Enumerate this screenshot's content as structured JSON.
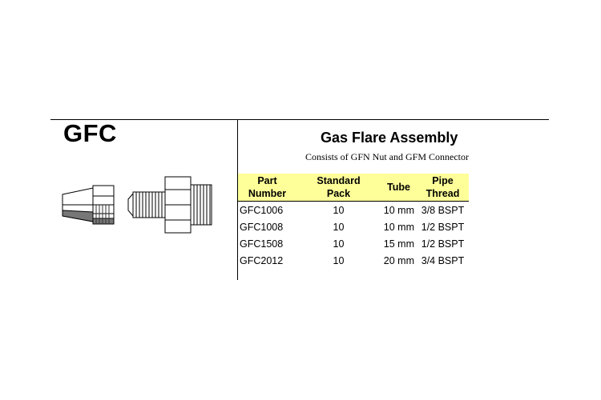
{
  "header": {
    "code": "GFC",
    "title": "Gas Flare Assembly",
    "subtitle": "Consists of GFN Nut and GFM Connector"
  },
  "table": {
    "headers": [
      {
        "line1": "Part",
        "line2": "Number"
      },
      {
        "line1": "Standard",
        "line2": "Pack"
      },
      {
        "line1": "Tube",
        "line2": ""
      },
      {
        "line1": "Pipe",
        "line2": "Thread"
      }
    ],
    "rows": [
      [
        "GFC1006",
        "10",
        "10 mm",
        "3/8 BSPT"
      ],
      [
        "GFC1008",
        "10",
        "10 mm",
        "1/2 BSPT"
      ],
      [
        "GFC1508",
        "10",
        "15 mm",
        "1/2 BSPT"
      ],
      [
        "GFC2012",
        "10",
        "20 mm",
        "3/4 BSPT"
      ]
    ],
    "header_color": "#ffff99"
  }
}
